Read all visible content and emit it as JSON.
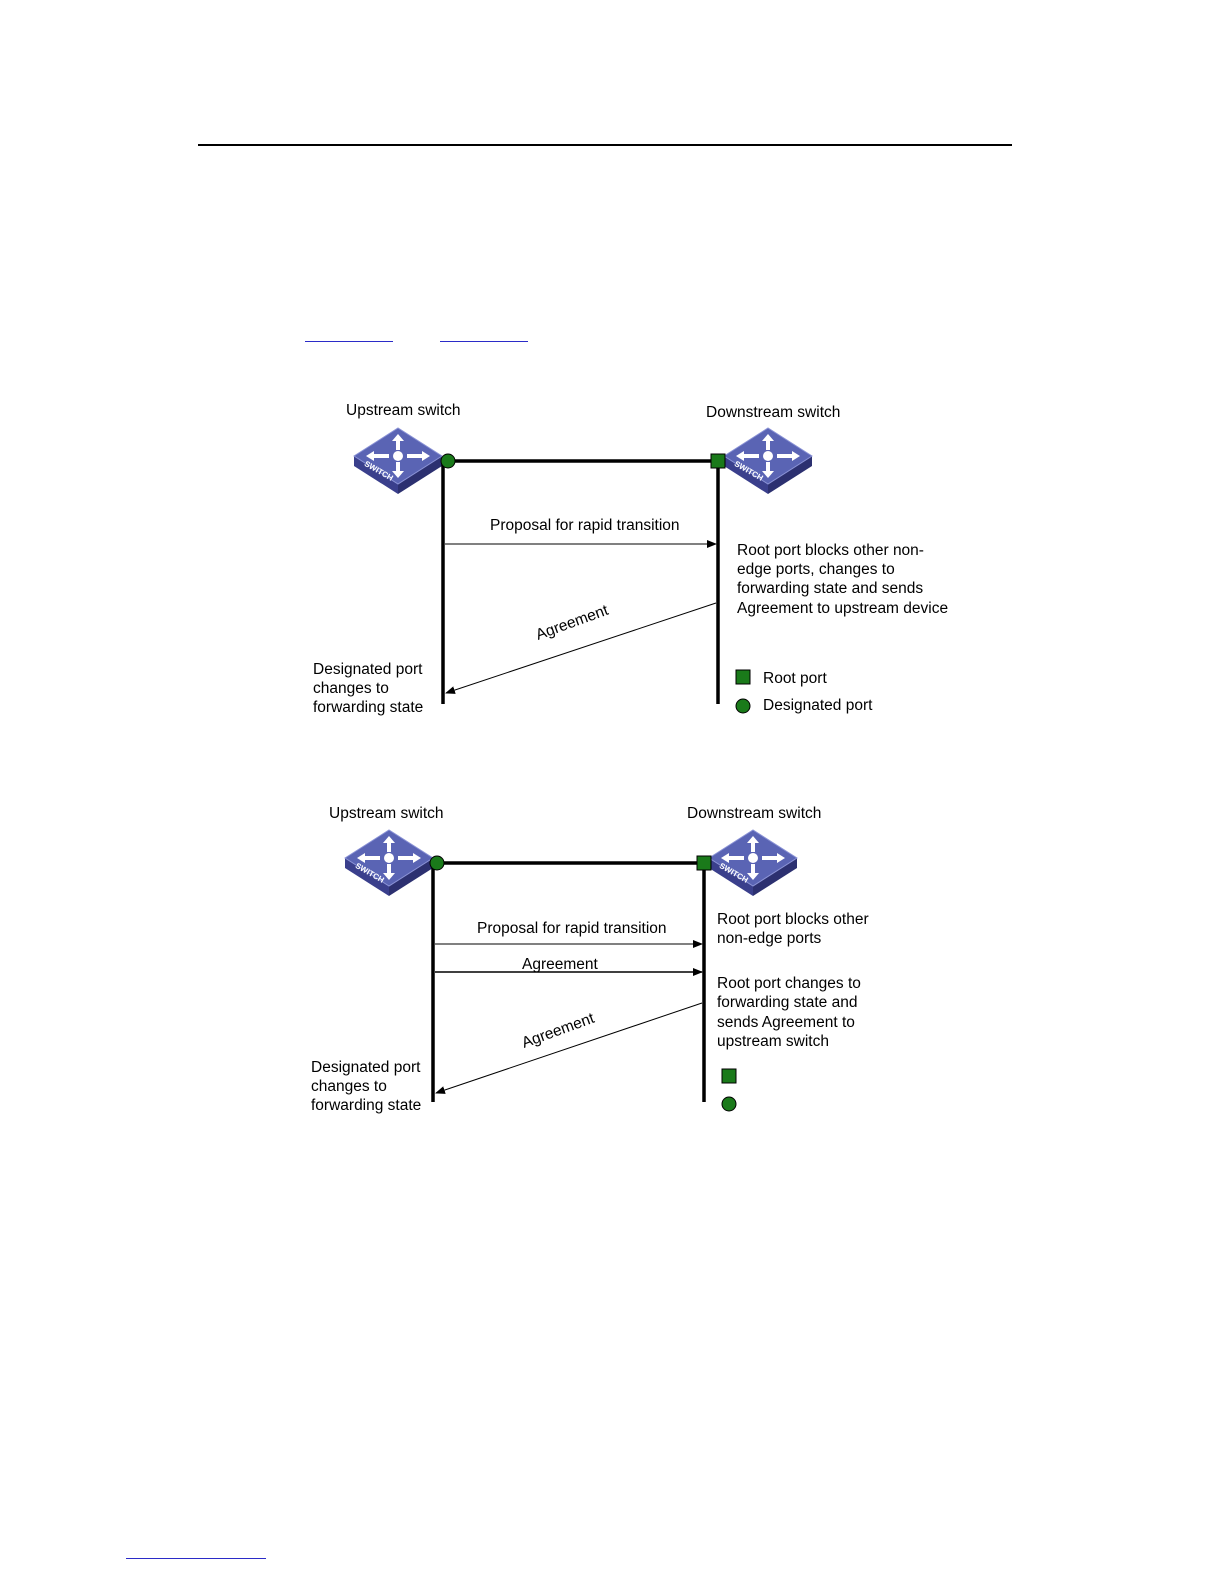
{
  "diagram1": {
    "upstream_label": "Upstream switch",
    "downstream_label": "Downstream switch",
    "switch_text": "SWITCH",
    "proposal": "Proposal for rapid transition",
    "agreement": "Agreement",
    "root_note": [
      "Root port blocks other non-",
      "edge ports, changes to",
      "forwarding state and sends",
      "Agreement to upstream device"
    ],
    "designated_note": [
      "Designated port",
      "changes to",
      "forwarding state"
    ],
    "legend_root": "Root port",
    "legend_designated": "Designated port"
  },
  "diagram2": {
    "upstream_label": "Upstream switch",
    "downstream_label": "Downstream switch",
    "switch_text": "SWITCH",
    "proposal": "Proposal for rapid transition",
    "agreement_forward": "Agreement",
    "agreement_back": "Agreement",
    "root_note_1": [
      "Root port blocks other",
      "non-edge ports"
    ],
    "root_note_2": [
      "Root port changes to",
      "forwarding state and",
      "sends Agreement to",
      "upstream switch"
    ],
    "designated_note": [
      "Designated port",
      "changes to",
      "forwarding state"
    ]
  },
  "colors": {
    "port_green": "#1a7a1a",
    "switch_top": "#5a64b4",
    "switch_side": "#3a3f8c",
    "link_blue": "#2b2bc8"
  }
}
